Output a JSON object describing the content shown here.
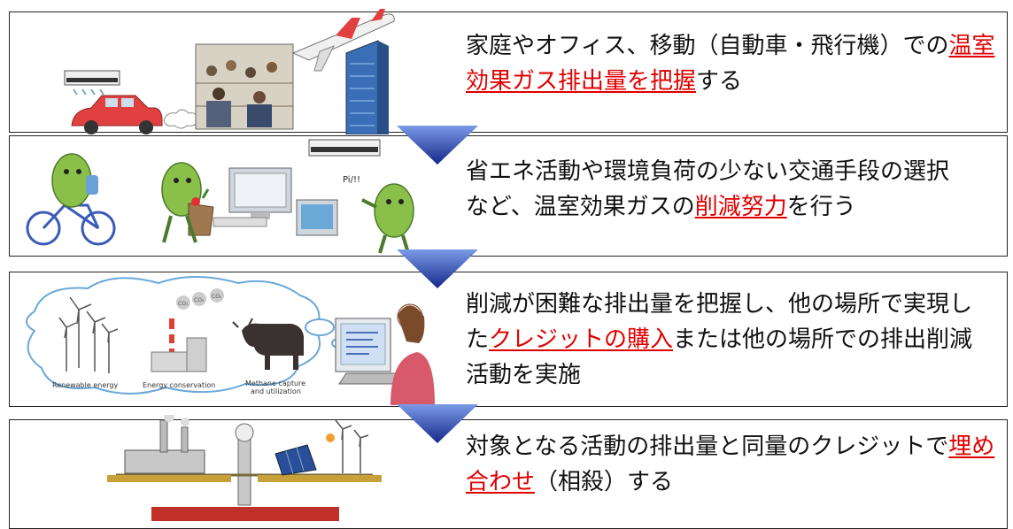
{
  "steps": [
    {
      "parts": [
        {
          "text": "家庭やオフィス、移動（自動車・飛行機）での",
          "highlight": false
        },
        {
          "text": "温室",
          "highlight": true
        },
        {
          "text": "効果ガス排出量を把握",
          "highlight": true
        },
        {
          "text": "する",
          "highlight": false
        }
      ]
    },
    {
      "parts": [
        {
          "text": "省エネ活動や環境負荷の少ない交通手段の選択",
          "highlight": false
        },
        {
          "text": "など、温室効果ガスの",
          "highlight": false
        },
        {
          "text": "削減努力",
          "highlight": true
        },
        {
          "text": "を行う",
          "highlight": false
        }
      ]
    },
    {
      "parts": [
        {
          "text": "削減が困難な排出量を把握し、他の場所で実現し",
          "highlight": false
        },
        {
          "text": "た",
          "highlight": false
        },
        {
          "text": "クレジットの購入",
          "highlight": true
        },
        {
          "text": "または他の場所での排出削減",
          "highlight": false
        },
        {
          "text": "活動を実施",
          "highlight": false
        }
      ],
      "illustration_captions": {
        "renewable": "Renewable energy",
        "conservation": "Energy conservation",
        "methane_line1": "Methane capture",
        "methane_line2": "and utilization"
      }
    },
    {
      "parts": [
        {
          "text": "対象となる活動の排出量と同量のクレジットで",
          "highlight": false
        },
        {
          "text": "埋め",
          "highlight": true
        },
        {
          "text": "合わせ",
          "highlight": true
        },
        {
          "text": "（相殺）する",
          "highlight": false
        }
      ]
    }
  ],
  "colors": {
    "highlight": "#e00000",
    "arrow_light": "#6f8fe0",
    "arrow_dark": "#1a2f8f",
    "border": "#222222"
  },
  "icons": [
    "air-conditioner-icon",
    "car-icon",
    "airplane-icon",
    "building-icon",
    "office-people-icon",
    "mascot-icon",
    "bicycle-icon",
    "computer-icon",
    "wind-turbine-icon",
    "factory-icon",
    "cow-icon",
    "balance-scale-icon",
    "solar-panel-icon"
  ]
}
